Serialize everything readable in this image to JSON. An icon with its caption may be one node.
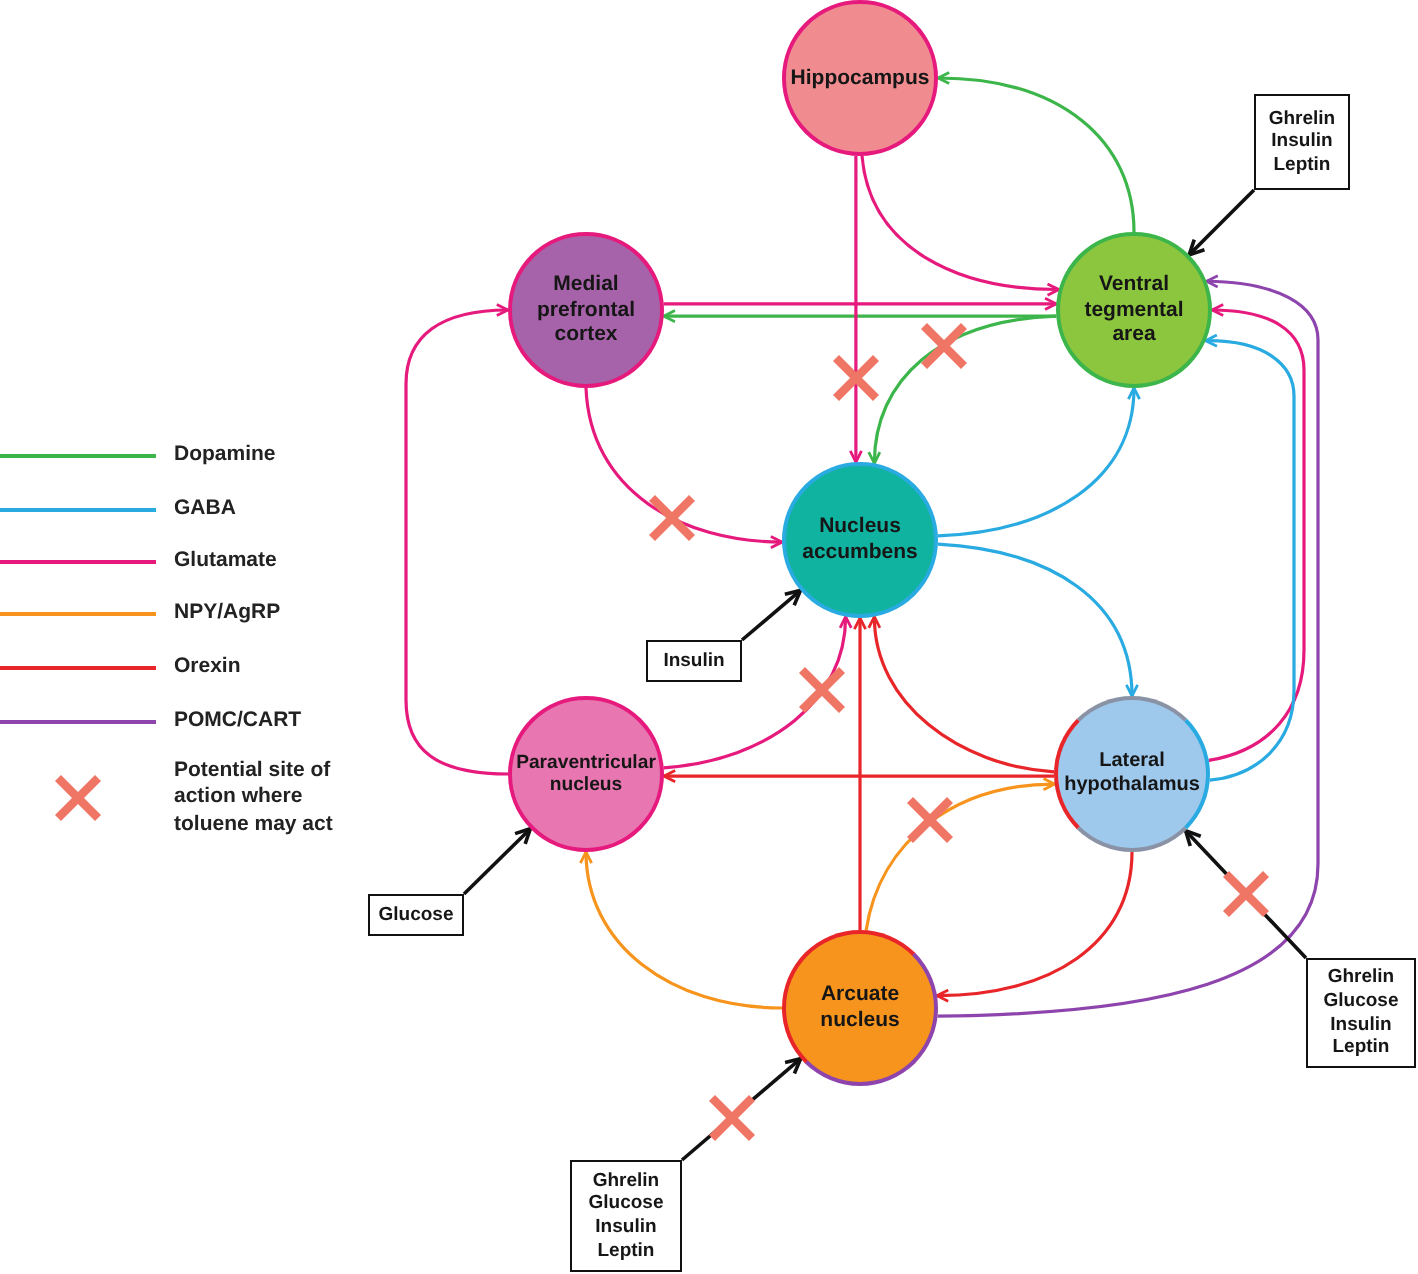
{
  "diagram": {
    "nodes": [
      {
        "text": [
          "Hippocampus"
        ]
      },
      {
        "text": [
          "Ghrelin Insulin Leptin"
        ]
      },
      {
        "text": [
          "Medial prefrontal cortex"
        ]
      },
      {
        "text": [
          "Ventral tegmental area"
        ]
      },
      {
        "text": [
          "Nucleus accumbens"
        ]
      },
      {
        "text": [
          "Insulin"
        ]
      },
      {
        "text": [
          "Paraventricular nucleus"
        ]
      },
      {
        "text": [
          "Lateral hypothalamus"
        ]
      },
      {
        "text": [
          "Glucose"
        ]
      },
      {
        "text": [
          "Ghrelin Glucose Insulin Leptin"
        ]
      },
      {
        "text": [
          "Arcuate nucleus"
        ]
      },
      {
        "text": [
          "Ghrelin Glucose Insulin Leptin"
        ]
      }
    ],
    "edges": [
      {
        "from": 3,
        "to": 0,
        "arrow": "to",
        "color": "#3cb54a"
      },
      {
        "from": 3,
        "to": 2,
        "arrow": "to",
        "color": "#3cb54a"
      },
      {
        "from": 3,
        "to": 4,
        "arrow": "to",
        "color": "#3cb54a"
      },
      {
        "from": 0,
        "to": 4,
        "arrow": "to",
        "color": "#e6197d"
      },
      {
        "from": 0,
        "to": 3,
        "arrow": "to",
        "color": "#e6197d"
      },
      {
        "from": 2,
        "to": 3,
        "arrow": "to",
        "color": "#e6197d"
      },
      {
        "from": 2,
        "to": 4,
        "arrow": "to",
        "color": "#e6197d"
      },
      {
        "from": 6,
        "to": 2,
        "arrow": "to",
        "color": "#e6197d"
      },
      {
        "from": 6,
        "to": 4,
        "arrow": "to",
        "color": "#e6197d"
      },
      {
        "from": 7,
        "to": 3,
        "arrow": "to",
        "color": "#e6197d"
      },
      {
        "from": 4,
        "to": 3,
        "arrow": "to",
        "color": "#29abe2"
      },
      {
        "from": 4,
        "to": 7,
        "arrow": "to",
        "color": "#29abe2"
      },
      {
        "from": 7,
        "to": 3,
        "arrow": "to",
        "color": "#29abe2"
      },
      {
        "from": 10,
        "to": 6,
        "arrow": "to",
        "color": "#f7941d"
      },
      {
        "from": 10,
        "to": 7,
        "arrow": "to",
        "color": "#f7941d"
      },
      {
        "from": 7,
        "to": 6,
        "arrow": "to",
        "color": "#e8262a"
      },
      {
        "from": 7,
        "to": 4,
        "arrow": "to",
        "color": "#e8262a"
      },
      {
        "from": 10,
        "to": 4,
        "arrow": "to",
        "color": "#e8262a"
      },
      {
        "from": 7,
        "to": 10,
        "arrow": "to",
        "color": "#e8262a"
      },
      {
        "from": 10,
        "to": 3,
        "arrow": "to",
        "color": "#8e44ad"
      },
      {
        "from": 1,
        "to": 3,
        "arrow": "to",
        "color": "#111111"
      },
      {
        "from": 5,
        "to": 4,
        "arrow": "to",
        "color": "#111111"
      },
      {
        "from": 8,
        "to": 6,
        "arrow": "to",
        "color": "#111111"
      },
      {
        "from": 9,
        "to": 7,
        "arrow": "to",
        "color": "#111111"
      },
      {
        "from": 11,
        "to": 10,
        "arrow": "to",
        "color": "#111111"
      }
    ],
    "legend": [
      {
        "text": "Dopamine",
        "color": "#3cb54a"
      },
      {
        "text": "GABA",
        "color": "#29abe2"
      },
      {
        "text": "Glutamate",
        "color": "#e6197d"
      },
      {
        "text": "NPY/AgRP",
        "color": "#f7941d"
      },
      {
        "text": "Orexin",
        "color": "#e8262a"
      },
      {
        "text": "POMC/CART",
        "color": "#8e44ad"
      },
      {
        "text": "Potential site of action where toluene may act"
      }
    ]
  }
}
